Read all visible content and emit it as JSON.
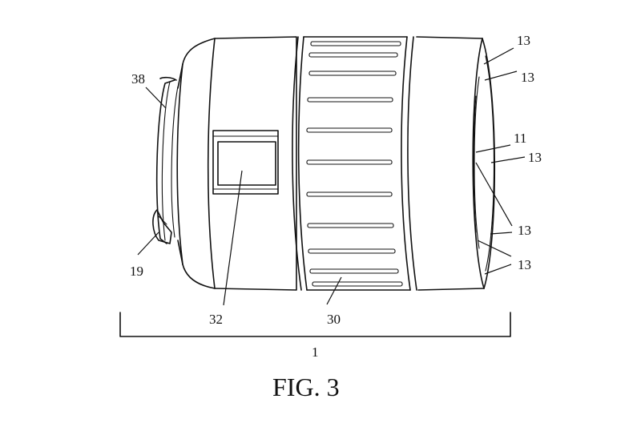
{
  "figure": {
    "caption": "FIG. 3",
    "labels": {
      "assembly": "1",
      "ring": "30",
      "window": "32",
      "flange": "38",
      "latch": "19",
      "front_element": "11",
      "rim_mark": "13"
    }
  }
}
